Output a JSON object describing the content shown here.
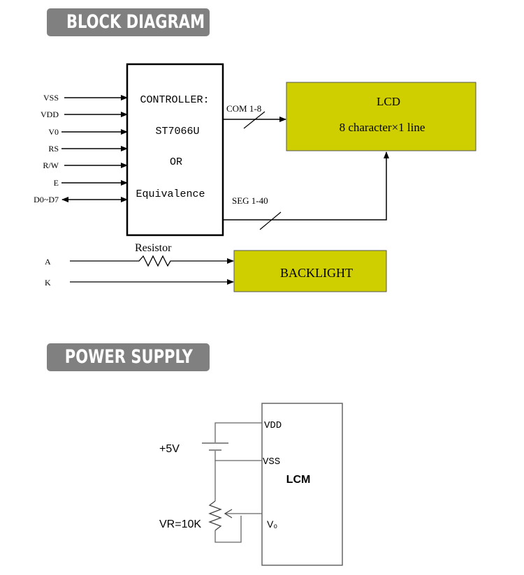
{
  "sections": {
    "block_diagram_title": "BLOCK DIAGRAM",
    "power_supply_title": "POWER SUPPLY"
  },
  "colors": {
    "banner_bg": "#808080",
    "block_fill": "#cfcf00",
    "line": "#000000",
    "schematic_line": "#555555"
  },
  "block_diagram": {
    "inputs": [
      {
        "label": "VSS",
        "direction": "in"
      },
      {
        "label": "VDD",
        "direction": "in"
      },
      {
        "label": "V0",
        "direction": "in"
      },
      {
        "label": "RS",
        "direction": "in"
      },
      {
        "label": "R/W",
        "direction": "in"
      },
      {
        "label": "E",
        "direction": "in"
      },
      {
        "label": "D0~D7",
        "direction": "bidirectional"
      }
    ],
    "controller": {
      "line1": "CONTROLLER:",
      "line2": "ST7066U",
      "line3": "OR",
      "line4": "Equivalence"
    },
    "bus_com": "COM 1-8",
    "bus_seg": "SEG 1-40",
    "lcd": {
      "title": "LCD",
      "subtitle": "8 character×1 line"
    },
    "backlight": {
      "label": "BACKLIGHT",
      "resistor_label": "Resistor",
      "pin_a": "A",
      "pin_k": "K"
    }
  },
  "power_supply": {
    "voltage_label": "+5V",
    "pot_label": "VR=10K",
    "module_label": "LCM",
    "pins": {
      "vdd": "VDD",
      "vss": "VSS",
      "v0": "V₀"
    }
  }
}
